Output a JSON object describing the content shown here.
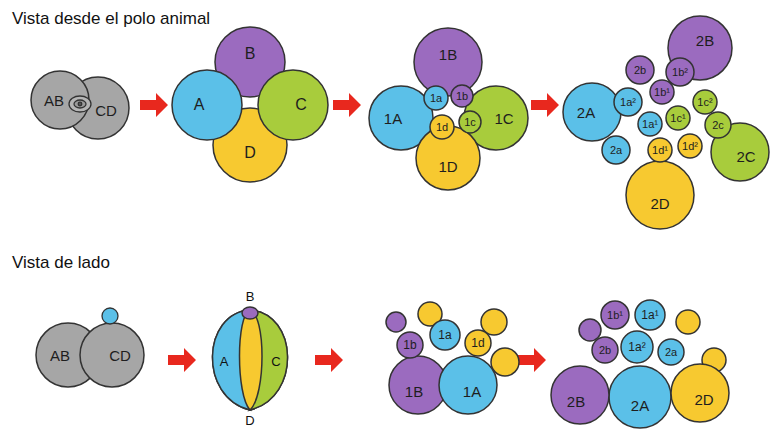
{
  "diagram": {
    "nodes": [
      {
        "text": [
          "AB"
        ]
      },
      {
        "text": [
          "CD"
        ]
      },
      {
        "text": [
          "B"
        ]
      },
      {
        "text": [
          "A"
        ]
      },
      {
        "text": [
          "C"
        ]
      },
      {
        "text": [
          "D"
        ]
      },
      {
        "text": [
          "1B"
        ]
      },
      {
        "text": [
          "1a"
        ]
      },
      {
        "text": [
          "1b"
        ]
      },
      {
        "text": [
          "1A"
        ]
      },
      {
        "text": [
          "1C"
        ]
      },
      {
        "text": [
          "1c"
        ]
      },
      {
        "text": [
          "1d"
        ]
      },
      {
        "text": [
          "1D"
        ]
      },
      {
        "text": [
          "2B"
        ]
      },
      {
        "text": [
          "2b"
        ]
      },
      {
        "text": [
          "1b²"
        ]
      },
      {
        "text": [
          "2A"
        ]
      },
      {
        "text": [
          "1a²"
        ]
      },
      {
        "text": [
          "1b¹"
        ]
      },
      {
        "text": [
          "2c"
        ]
      },
      {
        "text": [
          "1a¹"
        ]
      },
      {
        "text": [
          "1c¹"
        ]
      },
      {
        "text": [
          "1c²"
        ]
      },
      {
        "text": [
          "2C"
        ]
      },
      {
        "text": [
          "2a"
        ]
      },
      {
        "text": [
          "1d¹"
        ]
      },
      {
        "text": [
          "1d²"
        ]
      },
      {
        "text": [
          "2D"
        ]
      },
      {
        "text": [
          "AB"
        ]
      },
      {
        "text": [
          "CD"
        ]
      },
      {
        "text": [
          "1b"
        ]
      },
      {
        "text": [
          "1a"
        ]
      },
      {
        "text": [
          "1d"
        ]
      },
      {
        "text": [
          "1B"
        ]
      },
      {
        "text": [
          "1A"
        ]
      },
      {
        "text": [
          "1b¹"
        ]
      },
      {
        "text": [
          "1a¹"
        ]
      },
      {
        "text": [
          "2b"
        ]
      },
      {
        "text": [
          "1a²"
        ]
      },
      {
        "text": [
          "2a"
        ]
      },
      {
        "text": [
          "2B"
        ]
      },
      {
        "text": [
          "2A"
        ]
      },
      {
        "text": [
          "2D"
        ]
      }
    ],
    "labels": [
      "Vista desde el polo animal",
      "Vista de lado",
      "B",
      "A",
      "C",
      "D"
    ]
  }
}
